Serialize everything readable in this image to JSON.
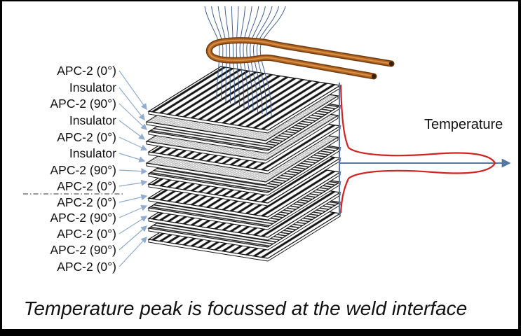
{
  "slide": {
    "caption": "Temperature peak is focussed at the weld interface",
    "axis_label": "Temperature"
  },
  "stack": {
    "layers": [
      {
        "label": "APC-2 (0°)",
        "type": "apc0"
      },
      {
        "label": "Insulator",
        "type": "insulator"
      },
      {
        "label": "APC-2 (90°)",
        "type": "apc90"
      },
      {
        "label": "Insulator",
        "type": "insulator"
      },
      {
        "label": "APC-2 (0°)",
        "type": "apc0"
      },
      {
        "label": "Insulator",
        "type": "insulator"
      },
      {
        "label": "APC-2 (90°)",
        "type": "apc90"
      },
      {
        "label": "APC-2 (0°)",
        "type": "apc0"
      },
      {
        "label": "APC-2 (0°)",
        "type": "apc0"
      },
      {
        "label": "APC-2 (90°)",
        "type": "apc90"
      },
      {
        "label": "APC-2 (0°)",
        "type": "apc0"
      },
      {
        "label": "APC-2 (90°)",
        "type": "apc90"
      },
      {
        "label": "APC-2 (0°)",
        "type": "apc0"
      }
    ],
    "weld_interface_between": [
      "APC-2 (0°) #8",
      "APC-2 (0°) #9"
    ],
    "field_line_count": 13
  },
  "colors": {
    "background": "#ffffff",
    "frame": "#000000",
    "text": "#111111",
    "ply_stripe": "#161616",
    "insulator_hatch": "#9b9b9b",
    "axis_blue": "#5577a0",
    "field_line_blue": "#44618f",
    "label_arrow_blue": "#92abce",
    "temperature_curve_red": "#d02420",
    "coil_copper": "#b2621f",
    "coil_outline": "#6d3a0e",
    "coil_highlight": "#dc9a50"
  }
}
